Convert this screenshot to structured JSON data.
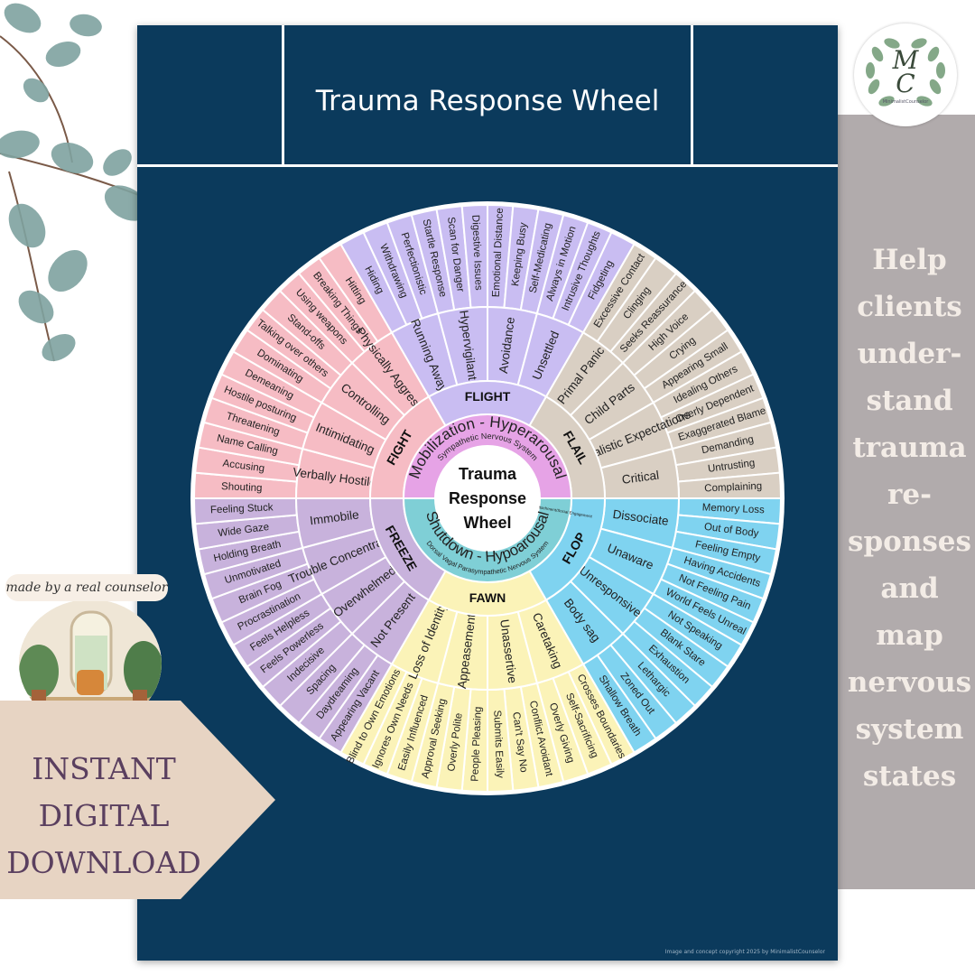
{
  "poster": {
    "title": "Trauma Response Wheel",
    "copyright": "Image and concept copyright 2025 by MinimalistCounselor"
  },
  "wheel": {
    "center": {
      "line1": "Trauma",
      "line2": "Response",
      "line3": "Wheel"
    },
    "top_band": {
      "title": "Mobilization - Hyperarousal",
      "subtitle": "Sympathetic Nervous System",
      "tiny": "Attachment/Social Engagement",
      "color": "#e6a3e6"
    },
    "bottom_band": {
      "title": "Shutdown - Hypoarousal",
      "subtitle": "Dorsal Vagal Parasympathetic Nervous System",
      "color": "#7fcfd6"
    },
    "sections": [
      {
        "name": "FIGHT",
        "color": "#f6bcc4",
        "feelings": [
          "Verbally Hostile",
          "Intimidating",
          "Controlling",
          "Physically Aggressive"
        ],
        "words": [
          "Shouting",
          "Accusing",
          "Name Calling",
          "Threatening",
          "Hostile posturing",
          "Demeaning",
          "Dominating",
          "Talking over others",
          "Stand-offs",
          "Using weapons",
          "Breaking Things",
          "Hitting"
        ]
      },
      {
        "name": "FLIGHT",
        "color": "#c9bdf2",
        "feelings": [
          "Running Away",
          "Hypervigilant",
          "Avoidance",
          "Unsettled"
        ],
        "words": [
          "Hiding",
          "Withdrawing",
          "Perfectionistic",
          "Startle Response",
          "Scan for Danger",
          "Digestive Issues",
          "Emotional Distance",
          "Keeping Busy",
          "Self-Medicating",
          "Always in Motion",
          "Intrusive Thoughts",
          "Fidgeting"
        ]
      },
      {
        "name": "FLAIL",
        "color": "#d9cfc3",
        "feelings": [
          "Primal Panic",
          "Child Parts",
          "Unrealistic Expectations",
          "Critical"
        ],
        "words": [
          "Excessive Contact",
          "Clinging",
          "Seeks Reassurance",
          "High Voice",
          "Crying",
          "Appearing Small",
          "Idealing Others",
          "Overly Dependent",
          "Exaggerated Blame",
          "Demanding",
          "Untrusting",
          "Complaining"
        ]
      },
      {
        "name": "FLOP",
        "color": "#7fd3f0",
        "feelings": [
          "Dissociate",
          "Unaware",
          "Unresponsive",
          "Body sag"
        ],
        "words": [
          "Memory Loss",
          "Out of Body",
          "Feeling Empty",
          "Having Accidents",
          "Not Feeling Pain",
          "World Feels Unreal",
          "Not Speaking",
          "Blank Stare",
          "Exhaustion",
          "Lethargic",
          "Zoned Out",
          "Shallow Breath"
        ]
      },
      {
        "name": "FAWN",
        "color": "#fbf3b8",
        "feelings": [
          "Caretaking",
          "Unassertive",
          "Appeasement",
          "Loss of Identity"
        ],
        "words": [
          "Crosses Boundaries",
          "Self-Sacrificing",
          "Overly Giving",
          "Conflict Avoidant",
          "Can't Say No",
          "Submits Easily",
          "People Pleasing",
          "Overly Polite",
          "Approval Seeking",
          "Easily Influenced",
          "Ignores Own Needs",
          "Blind to Own Emotions"
        ]
      },
      {
        "name": "FREEZE",
        "color": "#c8b2dc",
        "feelings": [
          "Not Present",
          "Overwhelmed",
          "Trouble Concentrating",
          "Immobile"
        ],
        "words": [
          "Appearing Vacant",
          "Daydreaming",
          "Spacing",
          "Indecisive",
          "Feels Powerless",
          "Feels Helpless",
          "Procrastination",
          "Brain Fog",
          "Unmotivated",
          "Holding Breath",
          "Wide Gaze",
          "Feeling Stuck"
        ]
      }
    ]
  },
  "side_panel": {
    "lines": [
      "Help",
      "clients",
      "under-",
      "stand",
      "trauma",
      "re-",
      "sponses",
      "and map",
      "nervous",
      "system",
      "states"
    ]
  },
  "logo": {
    "monogram_top": "M",
    "monogram_bottom": "C",
    "caption": "MinimalistCounselor"
  },
  "badge": {
    "label": "made by a real counselor"
  },
  "download": {
    "line1": "INSTANT",
    "line2": "DIGITAL",
    "line3": "DOWNLOAD"
  }
}
